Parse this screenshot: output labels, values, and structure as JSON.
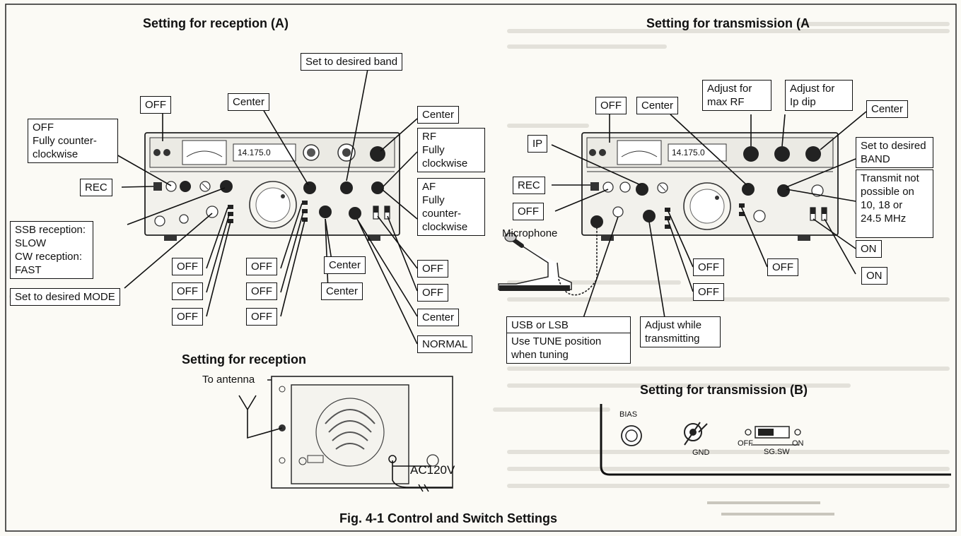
{
  "titles": {
    "reception_a": "Setting for reception (A)",
    "transmission_a": "Setting for transmission (A",
    "reception_b": "Setting for reception",
    "transmission_b": "Setting for transmission (B)"
  },
  "caption": "Fig. 4-1 Control and Switch Settings",
  "reception_a": {
    "off_top": "OFF",
    "off_ccw": [
      "OFF",
      "Fully counter-",
      "clockwise"
    ],
    "rec": "REC",
    "ssb_cw": [
      "SSB reception:",
      "SLOW",
      "CW reception:",
      "FAST"
    ],
    "mode": "Set to desired MODE",
    "center_top": "Center",
    "band": "Set to desired band",
    "center_right": "Center",
    "rf": [
      "RF",
      "Fully",
      "clockwise"
    ],
    "af": [
      "AF",
      "Fully",
      "counter-",
      "clockwise"
    ],
    "off_col1": [
      "OFF",
      "OFF",
      "OFF"
    ],
    "off_col2": [
      "OFF",
      "OFF",
      "OFF"
    ],
    "center_mid_1": "Center",
    "center_mid_2": "Center",
    "off_right_1": "OFF",
    "off_right_2": "OFF",
    "center_low": "Center",
    "normal": "NORMAL"
  },
  "transmission_a": {
    "off_top": "OFF",
    "center_1": "Center",
    "max_rf": [
      "Adjust for",
      "max RF"
    ],
    "ip_dip": [
      "Adjust for",
      "Ip dip"
    ],
    "center_2": "Center",
    "ip": "IP",
    "rec": "REC",
    "off_left": "OFF",
    "band": [
      "Set to desired",
      "BAND"
    ],
    "no_tx": [
      "Transmit not",
      "possible on",
      "10, 18 or",
      "24.5 MHz"
    ],
    "microphone": "Microphone",
    "off_a": "OFF",
    "off_b": "OFF",
    "off_c": "OFF",
    "on_a": "ON",
    "on_b": "ON",
    "usb_lsb": "USB or LSB",
    "tune": [
      "Use TUNE position",
      "when tuning"
    ],
    "adjust_tx": [
      "Adjust while",
      "transmitting"
    ]
  },
  "reception_b": {
    "antenna": "To antenna",
    "ac": "AC120V"
  },
  "transmission_b": {
    "bias": "BIAS",
    "gnd": "GND",
    "off": "OFF",
    "on": "ON",
    "sg_sw": "SG.SW"
  },
  "radio_display": "14.175.0"
}
